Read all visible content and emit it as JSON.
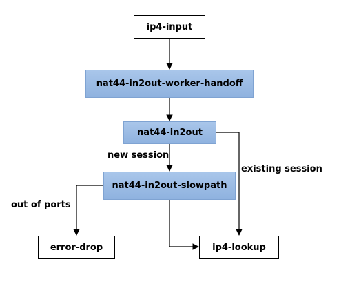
{
  "nodes": {
    "ip4_input": "ip4-input",
    "worker_handoff": "nat44-in2out-worker-handoff",
    "in2out": "nat44-in2out",
    "slowpath": "nat44-in2out-slowpath",
    "error_drop": "error-drop",
    "ip4_lookup": "ip4-lookup"
  },
  "edge_labels": {
    "new_session": "new session",
    "existing_session": "existing session",
    "out_of_ports": "out of ports"
  },
  "colors": {
    "node_fill": "#9dbbe4",
    "node_border": "#7fa3d2",
    "line": "#000000"
  }
}
